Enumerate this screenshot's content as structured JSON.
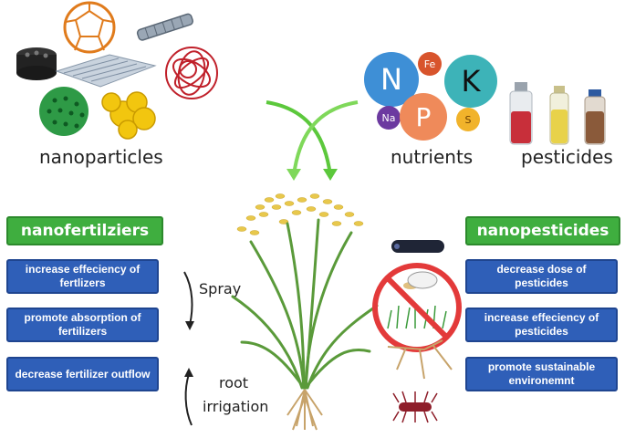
{
  "top": {
    "nanoparticles_caption": "nanoparticles",
    "nutrients_caption": "nutrients",
    "pesticides_caption": "pesticides",
    "elements": [
      "N",
      "Fe",
      "K",
      "Na",
      "P",
      "S"
    ]
  },
  "left": {
    "title": "nanofertilziers",
    "boxes": [
      "increase effeciency of fertlizers",
      "promote absorption of fertilizers",
      "decrease fertilizer outflow"
    ]
  },
  "right": {
    "title": "nanopesticides",
    "boxes": [
      "decrease  dose of pesticides",
      "increase effeciency of pesticides",
      "promote sustainable environemnt"
    ]
  },
  "methods": {
    "spray": "Spray",
    "root_irrigation_line1": "root",
    "root_irrigation_line2": "irrigation"
  },
  "colors": {
    "green_label": "#3fae3f",
    "blue_box": "#2f5fb8",
    "arrow_green": "#5cc83c"
  }
}
